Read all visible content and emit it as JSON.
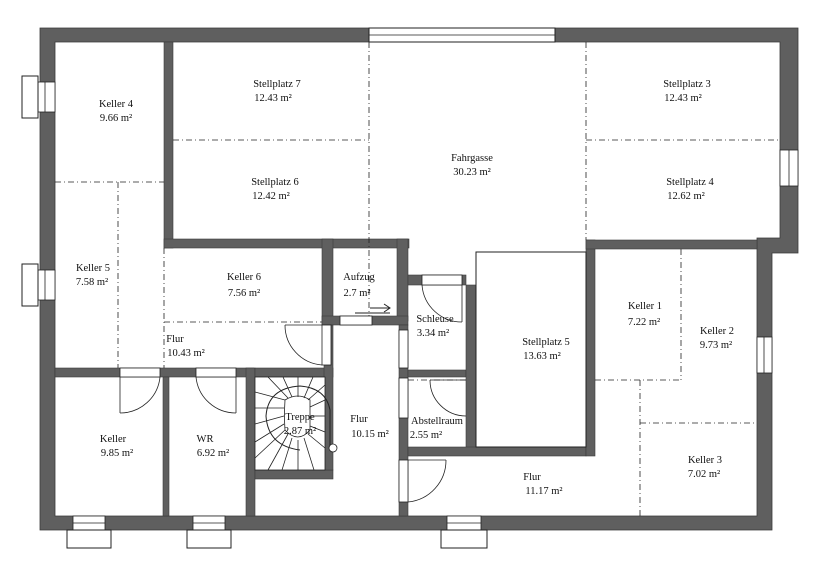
{
  "colors": {
    "wall": "#5f5f5f",
    "wall_edge": "#3a3a3a",
    "background": "#ffffff",
    "line": "#222222"
  },
  "rooms": {
    "keller4": {
      "name": "Keller 4",
      "area": "9.66 m²"
    },
    "stellplatz7": {
      "name": "Stellplatz 7",
      "area": "12.43 m²"
    },
    "stellplatz6": {
      "name": "Stellplatz 6",
      "area": "12.42 m²"
    },
    "fahrgasse": {
      "name": "Fahrgasse",
      "area": "30.23 m²"
    },
    "stellplatz3": {
      "name": "Stellplatz 3",
      "area": "12.43 m²"
    },
    "stellplatz4": {
      "name": "Stellplatz 4",
      "area": "12.62 m²"
    },
    "keller5": {
      "name": "Keller 5",
      "area": "7.58 m²"
    },
    "keller6": {
      "name": "Keller 6",
      "area": "7.56 m²"
    },
    "aufzug": {
      "name": "Aufzug",
      "area": "2.7 m²"
    },
    "schleuse": {
      "name": "Schleuse",
      "area": "3.34 m²"
    },
    "stellplatz5": {
      "name": "Stellplatz 5",
      "area": "13.63 m²"
    },
    "keller1": {
      "name": "Keller 1",
      "area": "7.22 m²"
    },
    "keller2": {
      "name": "Keller 2",
      "area": "9.73 m²"
    },
    "flur_left": {
      "name": "Flur",
      "area": "10.43 m²"
    },
    "keller": {
      "name": "Keller",
      "area": "9.85 m²"
    },
    "wr": {
      "name": "WR",
      "area": "6.92 m²"
    },
    "treppe": {
      "name": "Treppe",
      "area": "2.87 m²"
    },
    "flur_center": {
      "name": "Flur",
      "area": "10.15 m²"
    },
    "abstellraum": {
      "name": "Abstellraum",
      "area": "2.55 m²"
    },
    "flur_bottom": {
      "name": "Flur",
      "area": "11.17 m²"
    },
    "keller3": {
      "name": "Keller 3",
      "area": "7.02 m²"
    }
  }
}
